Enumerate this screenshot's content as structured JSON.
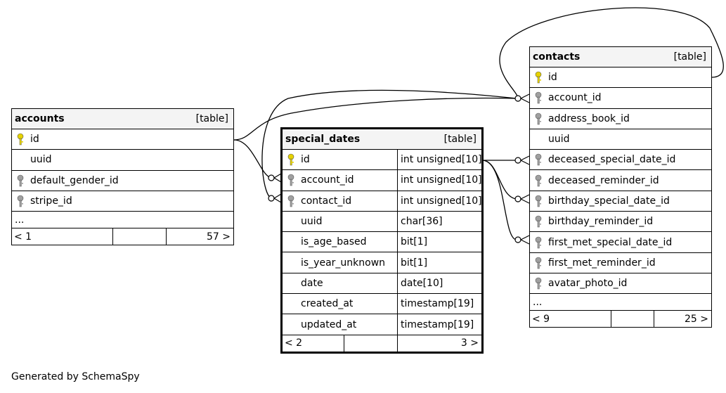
{
  "tables": {
    "accounts": {
      "name": "accounts",
      "kind": "[table]",
      "columns": [
        {
          "name": "id",
          "key": "primary"
        },
        {
          "name": "uuid",
          "key": "none"
        },
        {
          "name": "default_gender_id",
          "key": "foreign"
        },
        {
          "name": "stripe_id",
          "key": "foreign"
        }
      ],
      "ellipsis": "...",
      "pager": {
        "left": "< 1",
        "right": "57 >"
      }
    },
    "special_dates": {
      "name": "special_dates",
      "kind": "[table]",
      "columns": [
        {
          "name": "id",
          "type": "int unsigned[10]",
          "key": "primary"
        },
        {
          "name": "account_id",
          "type": "int unsigned[10]",
          "key": "foreign"
        },
        {
          "name": "contact_id",
          "type": "int unsigned[10]",
          "key": "foreign"
        },
        {
          "name": "uuid",
          "type": "char[36]",
          "key": "none"
        },
        {
          "name": "is_age_based",
          "type": "bit[1]",
          "key": "none"
        },
        {
          "name": "is_year_unknown",
          "type": "bit[1]",
          "key": "none"
        },
        {
          "name": "date",
          "type": "date[10]",
          "key": "none"
        },
        {
          "name": "created_at",
          "type": "timestamp[19]",
          "key": "none"
        },
        {
          "name": "updated_at",
          "type": "timestamp[19]",
          "key": "none"
        }
      ],
      "pager": {
        "left": "< 2",
        "right": "3 >"
      }
    },
    "contacts": {
      "name": "contacts",
      "kind": "[table]",
      "columns": [
        {
          "name": "id",
          "key": "primary"
        },
        {
          "name": "account_id",
          "key": "foreign"
        },
        {
          "name": "address_book_id",
          "key": "foreign"
        },
        {
          "name": "uuid",
          "key": "none"
        },
        {
          "name": "deceased_special_date_id",
          "key": "foreign"
        },
        {
          "name": "deceased_reminder_id",
          "key": "foreign"
        },
        {
          "name": "birthday_special_date_id",
          "key": "foreign"
        },
        {
          "name": "birthday_reminder_id",
          "key": "foreign"
        },
        {
          "name": "first_met_special_date_id",
          "key": "foreign"
        },
        {
          "name": "first_met_reminder_id",
          "key": "foreign"
        },
        {
          "name": "avatar_photo_id",
          "key": "foreign"
        }
      ],
      "ellipsis": "...",
      "pager": {
        "left": "< 9",
        "right": "25 >"
      }
    }
  },
  "colors": {
    "primary_key": "#e6d200",
    "foreign_key": "#a0a0a0",
    "header_bg": "#f4f4f4",
    "line": "#000000"
  },
  "icons": {
    "primary_key": "key-icon",
    "foreign_key": "key-icon"
  },
  "footer": "Generated by SchemaSpy"
}
